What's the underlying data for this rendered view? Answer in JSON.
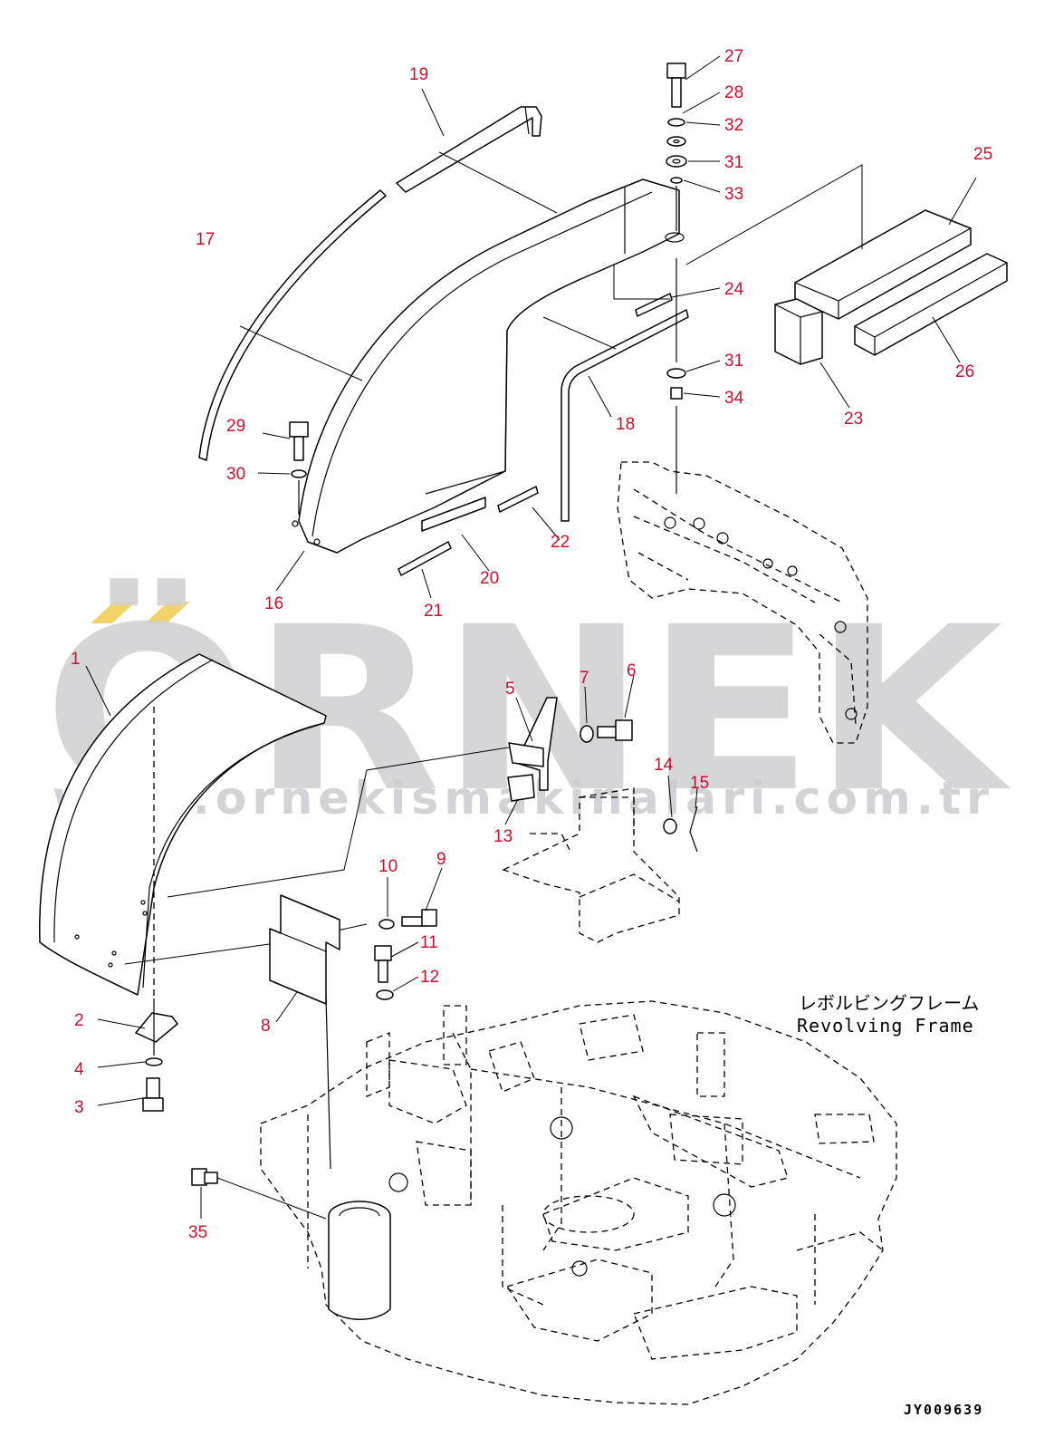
{
  "watermark": {
    "brand": "ÖRNEK",
    "url": "www.ornekismakinalari.com.tr",
    "accent_color": "#f2d36b",
    "text_color": "#cfcfd3"
  },
  "frame_label": {
    "japanese": "レボルビングフレーム",
    "english": "Revolving Frame"
  },
  "drawing_id": "JY009639",
  "callout_color": "#c8102e",
  "callouts": {
    "c1": "1",
    "c2": "2",
    "c3": "3",
    "c4": "4",
    "c5": "5",
    "c6": "6",
    "c7": "7",
    "c8": "8",
    "c9": "9",
    "c10": "10",
    "c11": "11",
    "c12": "12",
    "c13": "13",
    "c14": "14",
    "c15": "15",
    "c16": "16",
    "c17": "17",
    "c18": "18",
    "c19": "19",
    "c20": "20",
    "c21": "21",
    "c22": "22",
    "c23": "23",
    "c24": "24",
    "c25": "25",
    "c26": "26",
    "c27": "27",
    "c28": "28",
    "c29": "29",
    "c30": "30",
    "c31a": "31",
    "c31b": "31",
    "c32": "32",
    "c33": "33",
    "c34": "34",
    "c35": "35"
  }
}
